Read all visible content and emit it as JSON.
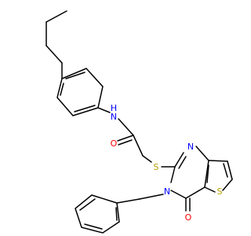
{
  "molecule": {
    "atoms": [
      {
        "id": "N_amide",
        "label": "N",
        "color": "#0000ff"
      },
      {
        "id": "H_amide",
        "label": "H",
        "color": "#0000ff"
      },
      {
        "id": "O_carbonyl",
        "label": "O",
        "color": "#ff0000"
      },
      {
        "id": "S_thioether",
        "label": "S",
        "color": "#b8a000"
      },
      {
        "id": "N_ring_top",
        "label": "N",
        "color": "#0000ff"
      },
      {
        "id": "N_ring_benzyl",
        "label": "N",
        "color": "#0000ff"
      },
      {
        "id": "S_thiophene",
        "label": "S",
        "color": "#b8a000"
      },
      {
        "id": "O_lactam",
        "label": "O",
        "color": "#ff0000"
      }
    ]
  }
}
